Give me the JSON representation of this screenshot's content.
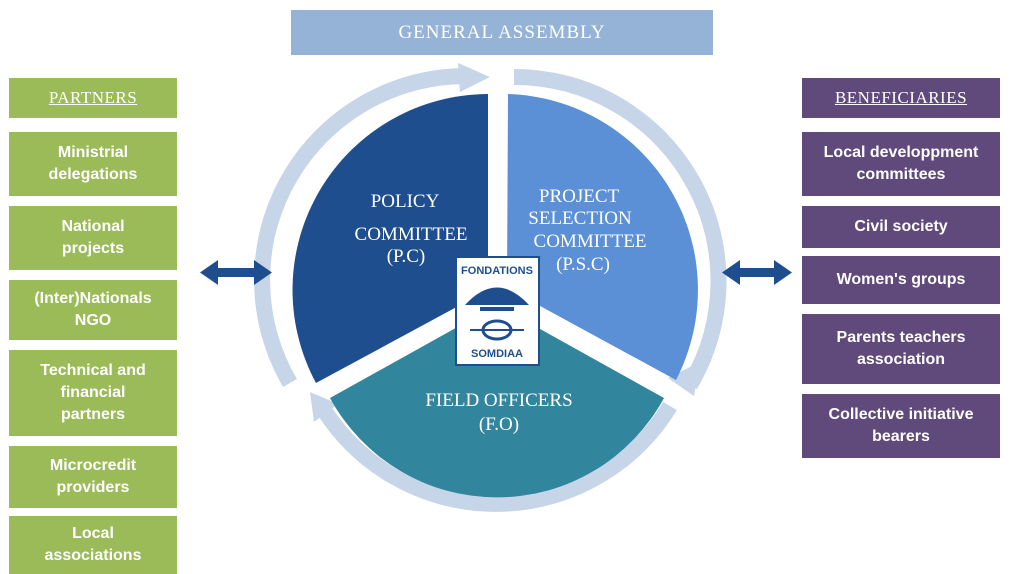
{
  "header": {
    "title": "GENERAL ASSEMBLY"
  },
  "partners": {
    "title": "PARTNERS",
    "items": [
      "Ministrial\ndelegations",
      "National\nprojects",
      "(Inter)Nationals\nNGO",
      "Technical and\nfinancial\npartners",
      "Microcredit\nproviders",
      "Local\nassociations"
    ]
  },
  "beneficiaries": {
    "title": "BENEFICIARIES",
    "items": [
      "Local developpment\ncommittees",
      "Civil society",
      "Women's groups",
      "Parents teachers\nassociation",
      "Collective initiative\nbearers"
    ]
  },
  "cycle": {
    "policy": {
      "line1": "POLICY",
      "line2": "COMMITTEE",
      "line3": "(P.C)"
    },
    "psc": {
      "line1": "PROJECT",
      "line2": "SELECTION",
      "line3": "COMMITTEE",
      "line4": "(P.S.C)"
    },
    "field": {
      "line1": "FIELD OFFICERS",
      "line2": "(F.O)"
    }
  },
  "logo": {
    "top": "FONDATIONS",
    "bottom": "SOMDIAA"
  },
  "colors": {
    "partners": "#9bbb59",
    "beneficiaries": "#604a7b",
    "assembly": "#95b3d7",
    "policy": "#1f4e8f",
    "psc": "#5b8fd6",
    "field": "#31859c",
    "ring": "#c6d5e8",
    "exchange_arrow": "#1f4e8f"
  }
}
